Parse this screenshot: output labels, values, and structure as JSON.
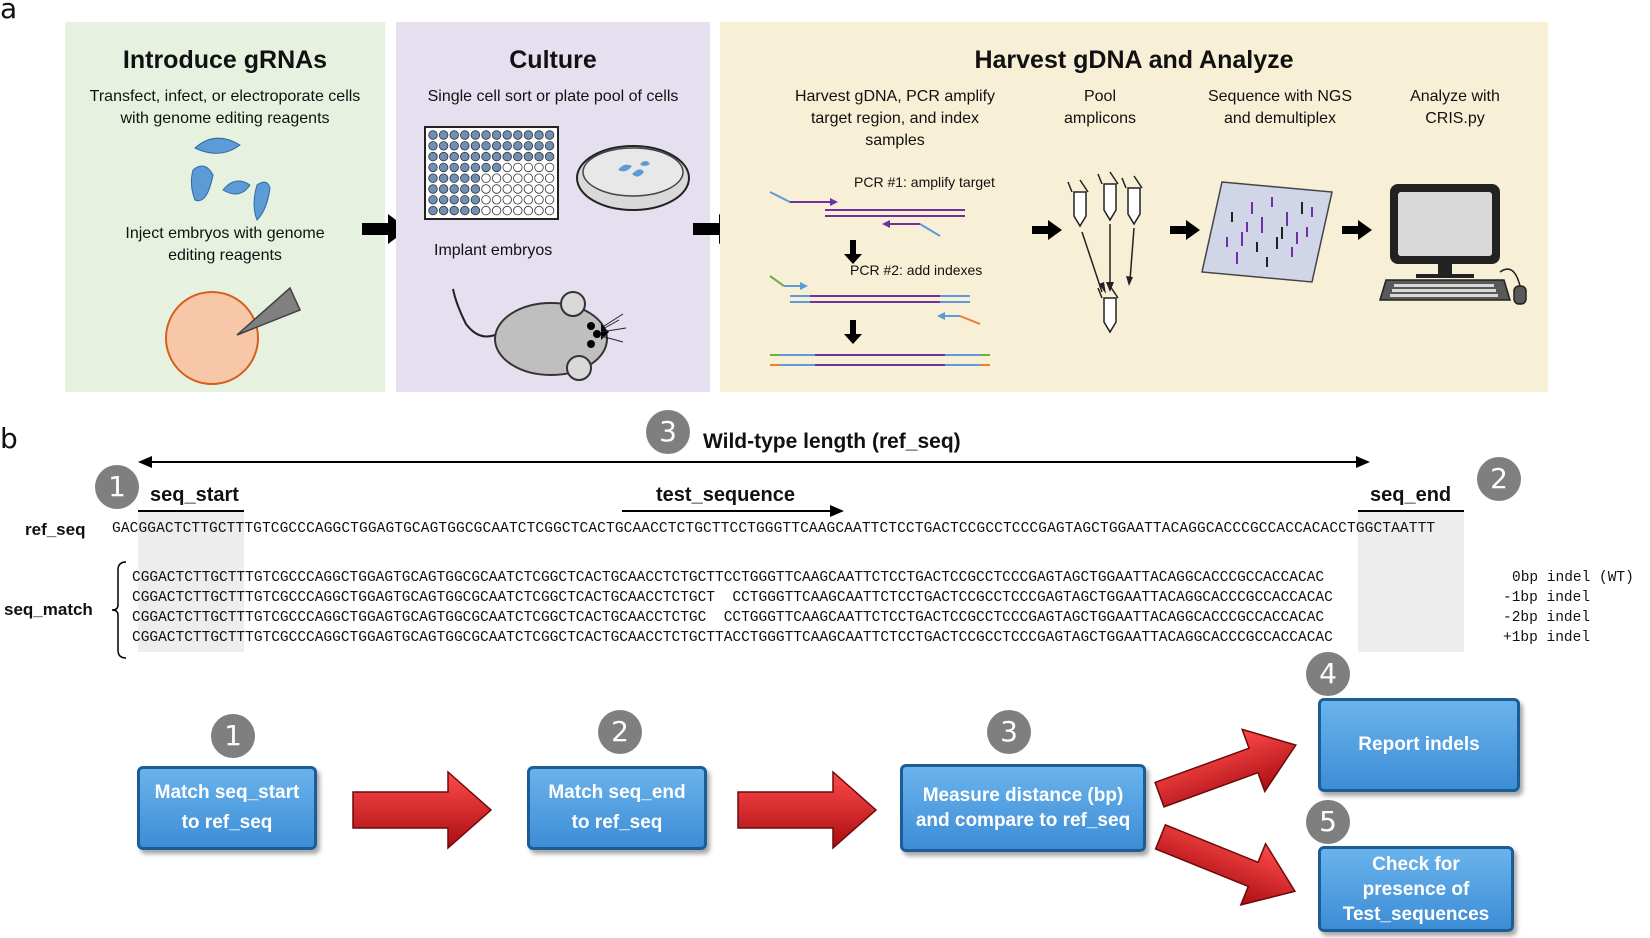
{
  "panel_a": {
    "letter": "a",
    "introduce": {
      "title": "Introduce gRNAs",
      "text1": "Transfect, infect, or electroporate cells with genome editing reagents",
      "text2": "Inject embryos with genome editing reagents"
    },
    "culture": {
      "title": "Culture",
      "text1": "Single cell sort or plate pool of cells",
      "text2": "Implant embryos"
    },
    "harvest": {
      "title": "Harvest gDNA and Analyze",
      "col1": "Harvest gDNA, PCR amplify target region, and index samples",
      "col2": "Pool amplicons",
      "col3": "Sequence with NGS and demultiplex",
      "col4": "Analyze with CRIS.py",
      "pcr1": "PCR #1: amplify target",
      "pcr2": "PCR #2: add indexes"
    },
    "colors": {
      "green": "#e6f2df",
      "purple": "#e6dff0",
      "tan": "#f7efd6",
      "orange": "#f8c7a8",
      "blue_shape": "#5c9bd5",
      "dna_purple": "#7030a0"
    }
  },
  "panel_b": {
    "letter": "b",
    "wt_length": "Wild-type length (ref_seq)",
    "seq_start": "seq_start",
    "test_sequence": "test_sequence",
    "seq_end": "seq_end",
    "ref_label": "ref_seq",
    "match_label": "seq_match",
    "ref_seq": "GACGGACTCTTGCTTTGTCGCCCAGGCTGGAGTGCAGTGGCGCAATCTCGGCTCACTGCAACCTCTGCTTCCTGGGTTCAAGCAATTCTCCTGACTCCGCCTCCCGAGTAGCTGGAATTACAGGCACCCGCCACCACACCTGGCTAATTT",
    "matches": [
      {
        "seq": "CGGACTCTTGCTTTGTCGCCCAGGCTGGAGTGCAGTGGCGCAATCTCGGCTCACTGCAACCTCTGCTTCCTGGGTTCAAGCAATTCTCCTGACTCCGCCTCCCGAGTAGCTGGAATTACAGGCACCCGCCACCACAC",
        "note": "0bp indel (WT)"
      },
      {
        "seq": "CGGACTCTTGCTTTGTCGCCCAGGCTGGAGTGCAGTGGCGCAATCTCGGCTCACTGCAACCTCTGCT  CCTGGGTTCAAGCAATTCTCCTGACTCCGCCTCCCGAGTAGCTGGAATTACAGGCACCCGCCACCACAC",
        "note": "-1bp indel"
      },
      {
        "seq": "CGGACTCTTGCTTTGTCGCCCAGGCTGGAGTGCAGTGGCGCAATCTCGGCTCACTGCAACCTCTGC  CCTGGGTTCAAGCAATTCTCCTGACTCCGCCTCCCGAGTAGCTGGAATTACAGGCACCCGCCACCACAC",
        "note": "-2bp indel"
      },
      {
        "seq": "CGGACTCTTGCTTTGTCGCCCAGGCTGGAGTGCAGTGGCGCAATCTCGGCTCACTGCAACCTCTGCTTACCTGGGTTCAAGCAATTCTCCTGACTCCGCCTCCCGAGTAGCTGGAATTACAGGCACCCGCCACCACAC",
        "note": "+1bp indel"
      }
    ],
    "nums": {
      "n1": "1",
      "n2": "2",
      "n3": "3",
      "n4": "4",
      "n5": "5"
    },
    "steps": {
      "s1": "Match seq_start to ref_seq",
      "s2": "Match seq_end to ref_seq",
      "s3": "Measure distance (bp) and compare to ref_seq",
      "s4": "Report indels",
      "s5": "Check for presence of Test_sequences"
    },
    "colors": {
      "step_blue": "#4a9ae0",
      "arrow_red": "#d9141c",
      "circle_gray": "#7f7f7f"
    }
  }
}
